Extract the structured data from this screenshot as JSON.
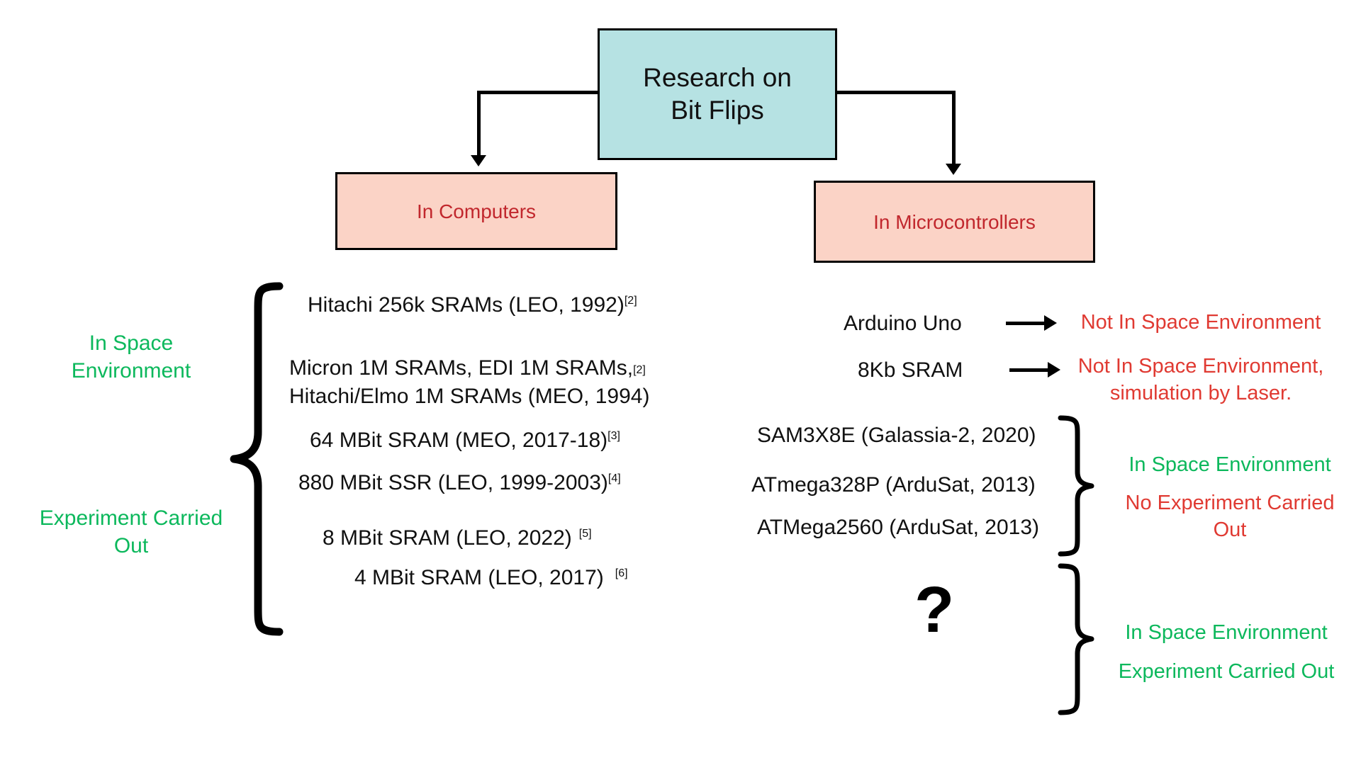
{
  "diagram": {
    "title": "Research on Bit Flips",
    "root": {
      "label": "Research on\nBit Flips",
      "fill": "#b6e2e3",
      "stroke": "#000000"
    },
    "branches": [
      {
        "label": "In Computers",
        "fill": "#fbd3c6",
        "text_color": "#c1272d"
      },
      {
        "label": "In Microcontrollers",
        "fill": "#fbd3c6",
        "text_color": "#c1272d"
      }
    ],
    "colors": {
      "green": "#0cb85c",
      "red": "#e03a32",
      "teal_fill": "#b6e2e3",
      "peach_fill": "#fbd3c6",
      "box_text_red": "#c1272d",
      "line": "#000000"
    }
  },
  "computers": {
    "annotations": {
      "top_label": "In Space\nEnvironment",
      "bottom_label": "Experiment Carried\nOut"
    },
    "items": [
      {
        "text": "Hitachi 256k SRAMs (LEO, 1992)",
        "ref": "[2]",
        "ref_style": "raised"
      },
      {
        "text": "Micron 1M SRAMs, EDI 1M SRAMs,",
        "ref": "[2]",
        "ref_style": "baseline",
        "line2": "Hitachi/Elmo 1M SRAMs (MEO, 1994)"
      },
      {
        "text": "64 MBit SRAM (MEO, 2017-18)",
        "ref": "[3]",
        "ref_style": "raised"
      },
      {
        "text": "880 MBit SSR (LEO, 1999-2003)",
        "ref": "[4]",
        "ref_style": "raised"
      },
      {
        "text": "8 MBit SRAM (LEO, 2022)",
        "ref": "[5]",
        "ref_style": "raised"
      },
      {
        "text": "4 MBit SRAM (LEO, 2017)",
        "ref": "[6]",
        "ref_style": "raised"
      }
    ]
  },
  "microcontrollers": {
    "arrow_rows": [
      {
        "source": "Arduino Uno",
        "arrow": "right-arrow-icon",
        "result": "Not In Space Environment"
      },
      {
        "source": "8Kb SRAM",
        "arrow": "right-arrow-icon",
        "result": "Not In Space Environment,\nsimulation by Laser."
      }
    ],
    "space_group": {
      "items": [
        "SAM3X8E (Galassia-2,  2020)",
        "ATmega328P (ArduSat, 2013)",
        "ATMega2560 (ArduSat, 2013)"
      ],
      "label_green": "In Space Environment",
      "label_red": "No Experiment Carried\nOut"
    },
    "unknown_group": {
      "symbol": "?",
      "label_green_1": "In Space Environment",
      "label_green_2": "Experiment Carried Out"
    }
  }
}
